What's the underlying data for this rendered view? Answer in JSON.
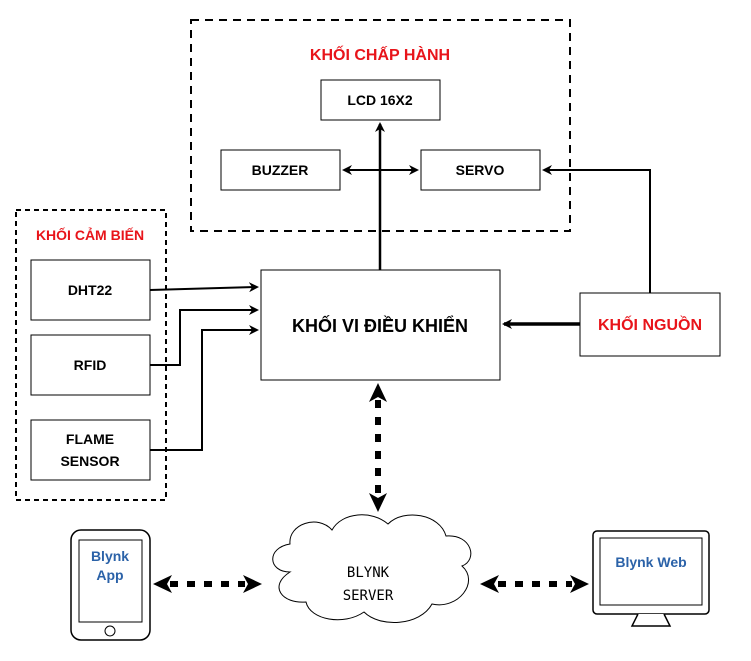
{
  "groups": {
    "actuator": "KHỐI CHẤP HÀNH",
    "sensor": "KHỐI CẢM BIẾN"
  },
  "blocks": {
    "lcd": "LCD 16X2",
    "buzzer": "BUZZER",
    "servo": "SERVO",
    "dht22": "DHT22",
    "rfid": "RFID",
    "flame_line1": "FLAME",
    "flame_line2": "SENSOR",
    "mcu": "KHỐI VI ĐIỀU KHIỂN",
    "power": "KHỐI NGUỒN"
  },
  "cloud": {
    "line1": "BLYNK",
    "line2": "SERVER"
  },
  "devices": {
    "app_line1": "Blynk",
    "app_line2": "App",
    "web": "Blynk Web"
  },
  "colors": {
    "group_title": "#e8141a",
    "device_text": "#2b62a8",
    "line": "#000000"
  }
}
